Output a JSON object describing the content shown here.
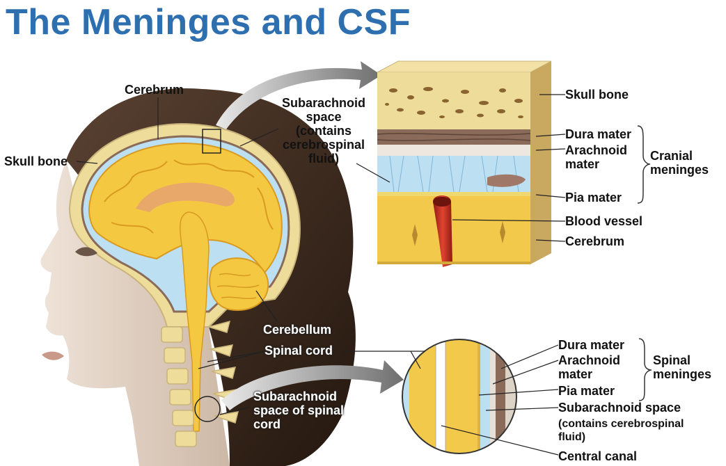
{
  "title": "The Meninges and CSF",
  "head_labels": {
    "cerebrum": "Cerebrum",
    "skull_bone": "Skull bone",
    "subarachnoid_space": "Subarachnoid\nspace\n(contains\ncerebrospinal\nfluid)",
    "cerebellum": "Cerebellum",
    "spinal_cord": "Spinal cord",
    "subarachnoid_space_spinal": "Subarachnoid\nspace of spinal\ncord"
  },
  "cranial_inset": {
    "skull_bone": "Skull bone",
    "dura_mater": "Dura mater",
    "arachnoid_mater": "Arachnoid\nmater",
    "pia_mater": "Pia mater",
    "blood_vessel": "Blood vessel",
    "cerebrum": "Cerebrum",
    "group_label": "Cranial\nmeninges"
  },
  "spinal_inset": {
    "dura_mater": "Dura mater",
    "arachnoid_mater": "Arachnoid\nmater",
    "pia_mater": "Pia mater",
    "subarachnoid_space": "Subarachnoid space",
    "subarachnoid_note": "(contains cerebrospinal\nfluid)",
    "central_canal": "Central canal",
    "group_label": "Spinal\nmeninges"
  },
  "colors": {
    "title": "#2e6fb0",
    "brain": "#f5c842",
    "bone": "#eedc9a",
    "dura": "#8a6a58",
    "csf": "#bcdff2",
    "vessel": "#c8281e",
    "hair": "#3a2a20",
    "skin": "#e4d3c4"
  }
}
